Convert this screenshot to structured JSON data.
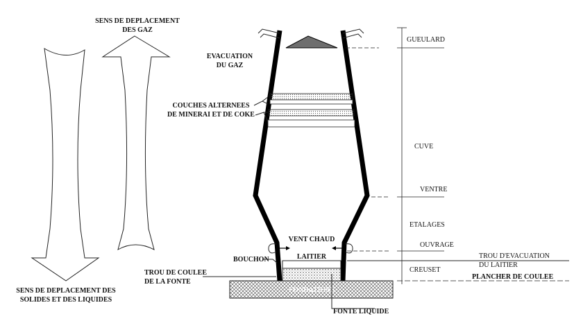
{
  "arrows": {
    "gas_direction_label": [
      "SENS DE DEPLACEMENT",
      "DES GAZ"
    ],
    "solids_direction_label": [
      "SENS DE DEPLACEMENT DES",
      "SOLIDES ET DES LIQUIDES"
    ]
  },
  "furnace": {
    "gas_exhaust_label": [
      "EVACUATION",
      "DU GAZ"
    ],
    "layers_label": [
      "COUCHES ALTERNEES",
      "DE MINERAI ET DE COKE"
    ],
    "hot_blast_label": "VENT CHAUD",
    "slag_label": "LAITIER",
    "plug_label": "BOUCHON",
    "tap_hole_label": [
      "TROU DE COULEE",
      "DE LA FONTE"
    ],
    "foundations_label": "FONDATIONS",
    "liquid_iron_label": "FONTE LIQUIDE",
    "slag_hole_label": [
      "TROU D'EVACUATION",
      "DU LAITIER"
    ],
    "floor_label": "PLANCHER DE COULEE"
  },
  "zones": [
    "GUEULARD",
    "CUVE",
    "VENTRE",
    "ETALAGES",
    "OUVRAGE",
    "CREUSET"
  ],
  "colors": {
    "ink": "#111111",
    "charge_cone": "#6e6e6e",
    "wall": "#000000"
  }
}
